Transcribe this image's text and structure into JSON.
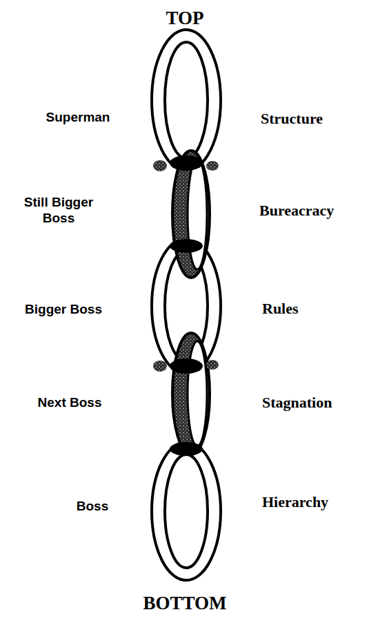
{
  "diagram": {
    "labels": [
      "TOP",
      "Superman",
      "Structure",
      "Still Bigger Boss",
      "Bureacracy",
      "Bigger Boss",
      "Rules",
      "Next Boss",
      "Stagnation",
      "Boss",
      "Hierarchy",
      "BOTTOM"
    ]
  }
}
